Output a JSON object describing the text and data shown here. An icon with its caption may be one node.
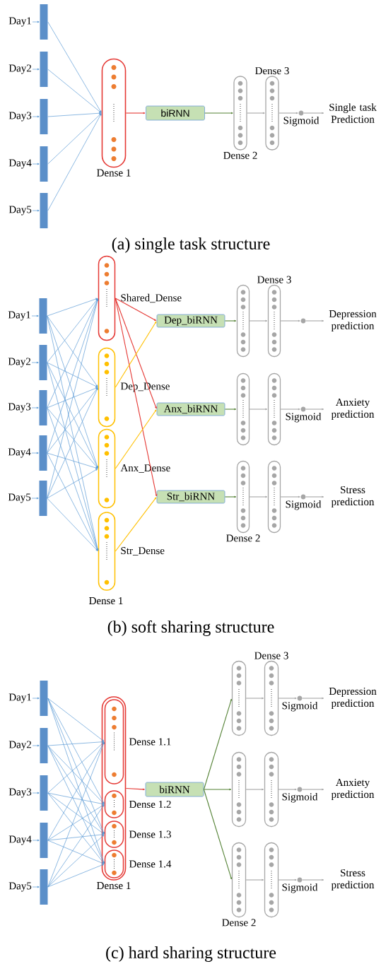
{
  "diagram": {
    "nodes": [
      {
        "text": [
          "Day1"
        ]
      },
      {
        "text": [],
        "shape": "bar"
      },
      {
        "text": [
          "Day2"
        ]
      },
      {
        "text": [],
        "shape": "bar"
      },
      {
        "text": [
          "Day3"
        ]
      },
      {
        "text": [],
        "shape": "bar"
      },
      {
        "text": [
          "Day4"
        ]
      },
      {
        "text": [],
        "shape": "bar"
      },
      {
        "text": [
          "Day5"
        ]
      },
      {
        "text": [],
        "shape": "bar"
      },
      {
        "text": [
          "Dense 1"
        ]
      },
      {
        "text": [
          "biRNN"
        ]
      },
      {
        "text": [
          "Dense 2"
        ]
      },
      {
        "text": [
          "Dense 3"
        ]
      },
      {
        "text": [
          "Sigmoid"
        ]
      },
      {
        "text": [
          "Single task Prediction"
        ]
      },
      {
        "text": [
          "Day1"
        ]
      },
      {
        "text": [],
        "shape": "bar"
      },
      {
        "text": [
          "Day2"
        ]
      },
      {
        "text": [],
        "shape": "bar"
      },
      {
        "text": [
          "Day3"
        ]
      },
      {
        "text": [],
        "shape": "bar"
      },
      {
        "text": [
          "Day4"
        ]
      },
      {
        "text": [],
        "shape": "bar"
      },
      {
        "text": [
          "Day5"
        ]
      },
      {
        "text": [],
        "shape": "bar"
      },
      {
        "text": [
          "Shared_Dense"
        ]
      },
      {
        "text": [
          "Dep_Dense"
        ]
      },
      {
        "text": [
          "Anx_Dense"
        ]
      },
      {
        "text": [
          "Str_Dense"
        ]
      },
      {
        "text": [
          "Dep_biRNN"
        ]
      },
      {
        "text": [
          "Anx_biRNN"
        ]
      },
      {
        "text": [
          "Str_biRNN"
        ]
      },
      {
        "text": [],
        "shape": "capsule"
      },
      {
        "text": [
          "Dense 3"
        ]
      },
      {
        "text": [],
        "shape": "circle"
      },
      {
        "text": [
          "Depression prediction"
        ]
      },
      {
        "text": [],
        "shape": "capsule"
      },
      {
        "text": [],
        "shape": "capsule"
      },
      {
        "text": [
          "Sigmoid"
        ]
      },
      {
        "text": [
          "Anxiety prediction"
        ]
      },
      {
        "text": [
          "Dense 2"
        ]
      },
      {
        "text": [],
        "shape": "capsule"
      },
      {
        "text": [
          "Sigmoid"
        ]
      },
      {
        "text": [
          "Stress prediction"
        ]
      },
      {
        "text": [
          "Day1"
        ]
      },
      {
        "text": [],
        "shape": "bar"
      },
      {
        "text": [
          "Day2"
        ]
      },
      {
        "text": [],
        "shape": "bar"
      },
      {
        "text": [
          "Day3"
        ]
      },
      {
        "text": [],
        "shape": "bar"
      },
      {
        "text": [
          "Day4"
        ]
      },
      {
        "text": [],
        "shape": "bar"
      },
      {
        "text": [
          "Day5"
        ]
      },
      {
        "text": [],
        "shape": "bar"
      },
      {
        "text": [
          "Dense 1"
        ]
      },
      {
        "text": [
          "Dense 1.1"
        ],
        "in": 55
      },
      {
        "text": [
          "Dense 1.2"
        ],
        "in": 55
      },
      {
        "text": [
          "Dense 1.3"
        ],
        "in": 55
      },
      {
        "text": [
          "Dense 1.4"
        ],
        "in": 55
      },
      {
        "text": [
          "biRNN"
        ]
      },
      {
        "text": [],
        "shape": "capsule"
      },
      {
        "text": [
          "Dense 3"
        ]
      },
      {
        "text": [
          "Sigmoid"
        ]
      },
      {
        "text": [
          "Depression prediction"
        ]
      },
      {
        "text": [],
        "shape": "capsule"
      },
      {
        "text": [],
        "shape": "capsule"
      },
      {
        "text": [
          "Sigmoid"
        ]
      },
      {
        "text": [
          "Anxiety prediction"
        ]
      },
      {
        "text": [
          "Dense 2"
        ]
      },
      {
        "text": [],
        "shape": "capsule"
      },
      {
        "text": [
          "Sigmoid"
        ]
      },
      {
        "text": [
          "Stress prediction"
        ]
      }
    ],
    "edges": [
      {
        "from": 0,
        "to": 1,
        "arrow": "to"
      },
      {
        "from": 2,
        "to": 3,
        "arrow": "to"
      },
      {
        "from": 4,
        "to": 5,
        "arrow": "to"
      },
      {
        "from": 6,
        "to": 7,
        "arrow": "to"
      },
      {
        "from": 8,
        "to": 9,
        "arrow": "to"
      },
      {
        "from": 1,
        "to": 10,
        "arrow": "to"
      },
      {
        "from": 3,
        "to": 10,
        "arrow": "to"
      },
      {
        "from": 5,
        "to": 10,
        "arrow": "to"
      },
      {
        "from": 7,
        "to": 10,
        "arrow": "to"
      },
      {
        "from": 9,
        "to": 10,
        "arrow": "to"
      },
      {
        "from": 10,
        "to": 11,
        "arrow": "to",
        "color": "#e53935"
      },
      {
        "from": 11,
        "to": 12,
        "arrow": "to",
        "color": "#548235"
      },
      {
        "from": 12,
        "to": 13,
        "arrow": "to",
        "color": "#a6a6a6"
      },
      {
        "from": 13,
        "to": 14,
        "arrow": "to",
        "color": "#a6a6a6"
      },
      {
        "from": 14,
        "to": 15,
        "arrow": "to",
        "color": "#a6a6a6"
      },
      {
        "from": 16,
        "to": 17,
        "arrow": "to"
      },
      {
        "from": 18,
        "to": 19,
        "arrow": "to"
      },
      {
        "from": 20,
        "to": 21,
        "arrow": "to"
      },
      {
        "from": 22,
        "to": 23,
        "arrow": "to"
      },
      {
        "from": 24,
        "to": 25,
        "arrow": "to"
      },
      {
        "from": 17,
        "to": 26,
        "arrow": "to"
      },
      {
        "from": 17,
        "to": 27,
        "arrow": "to"
      },
      {
        "from": 17,
        "to": 28,
        "arrow": "to"
      },
      {
        "from": 17,
        "to": 29,
        "arrow": "to"
      },
      {
        "from": 19,
        "to": 26,
        "arrow": "to"
      },
      {
        "from": 19,
        "to": 27,
        "arrow": "to"
      },
      {
        "from": 19,
        "to": 28,
        "arrow": "to"
      },
      {
        "from": 19,
        "to": 29,
        "arrow": "to"
      },
      {
        "from": 21,
        "to": 26,
        "arrow": "to"
      },
      {
        "from": 21,
        "to": 27,
        "arrow": "to"
      },
      {
        "from": 21,
        "to": 28,
        "arrow": "to"
      },
      {
        "from": 21,
        "to": 29,
        "arrow": "to"
      },
      {
        "from": 23,
        "to": 26,
        "arrow": "to"
      },
      {
        "from": 23,
        "to": 27,
        "arrow": "to"
      },
      {
        "from": 23,
        "to": 28,
        "arrow": "to"
      },
      {
        "from": 23,
        "to": 29,
        "arrow": "to"
      },
      {
        "from": 25,
        "to": 26,
        "arrow": "to"
      },
      {
        "from": 25,
        "to": 27,
        "arrow": "to"
      },
      {
        "from": 25,
        "to": 28,
        "arrow": "to"
      },
      {
        "from": 25,
        "to": 29,
        "arrow": "to"
      },
      {
        "from": 26,
        "to": 30,
        "arrow": "to",
        "color": "#e53935"
      },
      {
        "from": 26,
        "to": 31,
        "arrow": "to",
        "color": "#e53935"
      },
      {
        "from": 26,
        "to": 32,
        "arrow": "to",
        "color": "#e53935"
      },
      {
        "from": 27,
        "to": 30,
        "arrow": "to",
        "color": "#ffc000"
      },
      {
        "from": 28,
        "to": 31,
        "arrow": "to",
        "color": "#ffc000"
      },
      {
        "from": 29,
        "to": 32,
        "arrow": "to",
        "color": "#ffc000"
      },
      {
        "from": 30,
        "to": 33,
        "arrow": "to",
        "color": "#548235"
      },
      {
        "from": 31,
        "to": 37,
        "arrow": "to",
        "color": "#548235"
      },
      {
        "from": 32,
        "to": 41,
        "arrow": "to",
        "color": "#548235"
      },
      {
        "from": 33,
        "to": 34,
        "arrow": "to",
        "color": "#a6a6a6"
      },
      {
        "from": 34,
        "to": 35,
        "arrow": "to",
        "color": "#a6a6a6"
      },
      {
        "from": 35,
        "to": 36,
        "arrow": "to",
        "color": "#a6a6a6"
      },
      {
        "from": 37,
        "to": 38,
        "arrow": "to",
        "color": "#a6a6a6"
      },
      {
        "from": 38,
        "to": 39,
        "arrow": "to",
        "color": "#a6a6a6"
      },
      {
        "from": 39,
        "to": 40,
        "arrow": "to",
        "color": "#a6a6a6"
      },
      {
        "from": 41,
        "to": 42,
        "arrow": "to",
        "color": "#a6a6a6"
      },
      {
        "from": 42,
        "to": 43,
        "arrow": "to",
        "color": "#a6a6a6"
      },
      {
        "from": 43,
        "to": 44,
        "arrow": "to",
        "color": "#a6a6a6"
      },
      {
        "from": 45,
        "to": 46,
        "arrow": "to"
      },
      {
        "from": 47,
        "to": 48,
        "arrow": "to"
      },
      {
        "from": 49,
        "to": 50,
        "arrow": "to"
      },
      {
        "from": 51,
        "to": 52,
        "arrow": "to"
      },
      {
        "from": 53,
        "to": 54,
        "arrow": "to"
      },
      {
        "from": 46,
        "to": 56,
        "arrow": "to"
      },
      {
        "from": 46,
        "to": 57,
        "arrow": "to"
      },
      {
        "from": 46,
        "to": 58,
        "arrow": "to"
      },
      {
        "from": 46,
        "to": 59,
        "arrow": "to"
      },
      {
        "from": 48,
        "to": 56,
        "arrow": "to"
      },
      {
        "from": 48,
        "to": 57,
        "arrow": "to"
      },
      {
        "from": 48,
        "to": 58,
        "arrow": "to"
      },
      {
        "from": 48,
        "to": 59,
        "arrow": "to"
      },
      {
        "from": 50,
        "to": 56,
        "arrow": "to"
      },
      {
        "from": 50,
        "to": 57,
        "arrow": "to"
      },
      {
        "from": 50,
        "to": 58,
        "arrow": "to"
      },
      {
        "from": 50,
        "to": 59,
        "arrow": "to"
      },
      {
        "from": 52,
        "to": 56,
        "arrow": "to"
      },
      {
        "from": 52,
        "to": 57,
        "arrow": "to"
      },
      {
        "from": 52,
        "to": 58,
        "arrow": "to"
      },
      {
        "from": 52,
        "to": 59,
        "arrow": "to"
      },
      {
        "from": 54,
        "to": 56,
        "arrow": "to"
      },
      {
        "from": 54,
        "to": 57,
        "arrow": "to"
      },
      {
        "from": 54,
        "to": 58,
        "arrow": "to"
      },
      {
        "from": 54,
        "to": 59,
        "arrow": "to"
      },
      {
        "from": 55,
        "to": 60,
        "arrow": "to",
        "color": "#e53935"
      },
      {
        "from": 60,
        "to": 61,
        "arrow": "to",
        "color": "#548235"
      },
      {
        "from": 60,
        "to": 65,
        "arrow": "to",
        "color": "#548235"
      },
      {
        "from": 60,
        "to": 69,
        "arrow": "to",
        "color": "#548235"
      },
      {
        "from": 61,
        "to": 62,
        "arrow": "to",
        "color": "#a6a6a6"
      },
      {
        "from": 62,
        "to": 63,
        "arrow": "to",
        "color": "#a6a6a6"
      },
      {
        "from": 63,
        "to": 64,
        "arrow": "to",
        "color": "#a6a6a6"
      },
      {
        "from": 65,
        "to": 66,
        "arrow": "to",
        "color": "#a6a6a6"
      },
      {
        "from": 66,
        "to": 67,
        "arrow": "to",
        "color": "#a6a6a6"
      },
      {
        "from": 67,
        "to": 68,
        "arrow": "to",
        "color": "#a6a6a6"
      },
      {
        "from": 69,
        "to": 70,
        "arrow": "to",
        "color": "#a6a6a6"
      },
      {
        "from": 70,
        "to": 71,
        "arrow": "to",
        "color": "#a6a6a6"
      },
      {
        "from": 71,
        "to": 72,
        "arrow": "to",
        "color": "#a6a6a6"
      }
    ],
    "labels": [
      "(a) single task structure",
      "Dense 1",
      "(b) soft sharing structure",
      "(c) hard sharing structure"
    ]
  }
}
